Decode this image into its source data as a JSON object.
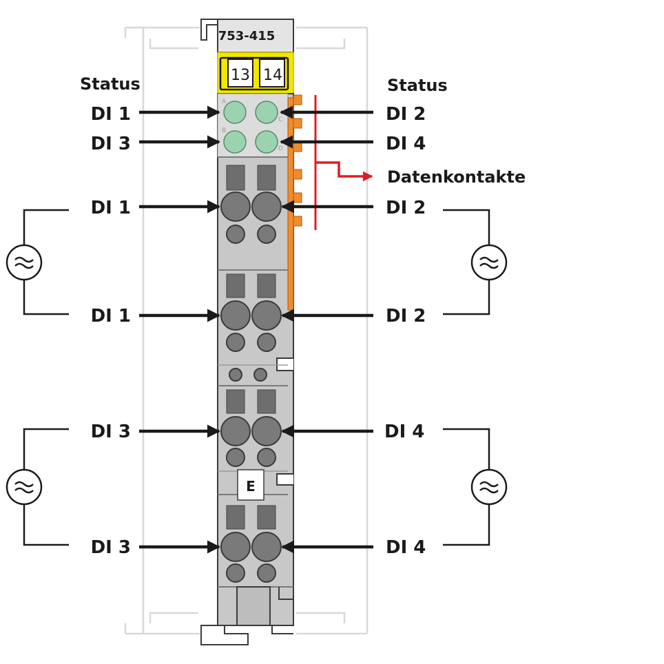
{
  "module": {
    "part_number": "753-415",
    "channel_a": "13",
    "channel_b": "14",
    "marker": "E"
  },
  "labels": {
    "status_left": "Status",
    "status_right": "Status",
    "data_contacts": "Datenkontakte",
    "status_di_1": "DI 1",
    "status_di_2": "DI 2",
    "status_di_3": "DI 3",
    "status_di_4": "DI 4",
    "term1_di_1": "DI 1",
    "term1_di_2": "DI 2",
    "term2_di_1": "DI 1",
    "term2_di_2": "DI 2",
    "term3_di_3": "DI 3",
    "term3_di_4": "DI 4",
    "term4_di_3": "DI 3",
    "term4_di_4": "DI 4"
  },
  "colors": {
    "accent_red": "#e21b22",
    "module_grey": "#c8c8c8",
    "yellow_header": "#f3e600",
    "led_green": "#9bd3b0",
    "orange_contacts": "#f08c2c"
  }
}
